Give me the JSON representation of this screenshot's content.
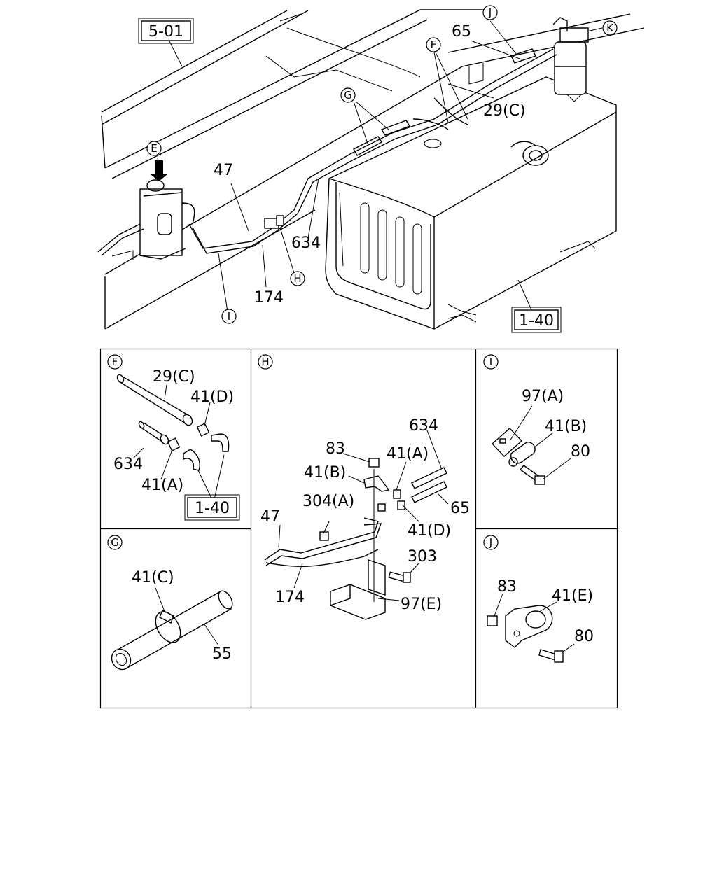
{
  "refs": {
    "box_top_left": "5-01",
    "box_top_right": "1-40",
    "box_panel_f": "1-40"
  },
  "views": {
    "E": "E",
    "F": "F",
    "G": "G",
    "H": "H",
    "I": "I",
    "J": "J",
    "K": "K"
  },
  "main": {
    "p65": "65",
    "p29c": "29(C)",
    "p47": "47",
    "p634": "634",
    "p174": "174"
  },
  "panel_f": {
    "p29c": "29(C)",
    "p41d": "41(D)",
    "p634": "634",
    "p41a": "41(A)"
  },
  "panel_g": {
    "p41c": "41(C)",
    "p55": "55"
  },
  "panel_h": {
    "p83": "83",
    "p634": "634",
    "p41b": "41(B)",
    "p41a": "41(A)",
    "p304a": "304(A)",
    "p47": "47",
    "p65": "65",
    "p41d": "41(D)",
    "p303": "303",
    "p174": "174",
    "p97e": "97(E)"
  },
  "panel_i": {
    "p97a": "97(A)",
    "p41b": "41(B)",
    "p80": "80"
  },
  "panel_j": {
    "p83": "83",
    "p41e": "41(E)",
    "p80": "80"
  }
}
